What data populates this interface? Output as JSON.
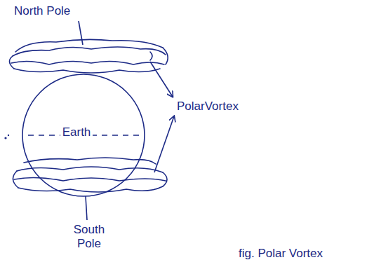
{
  "diagram": {
    "caption": "fig. Polar Vortex",
    "nodes": [
      {
        "text": [
          "Earth"
        ]
      }
    ],
    "labels": [
      "North Pole",
      "PolarVortex",
      "South Pole"
    ]
  }
}
